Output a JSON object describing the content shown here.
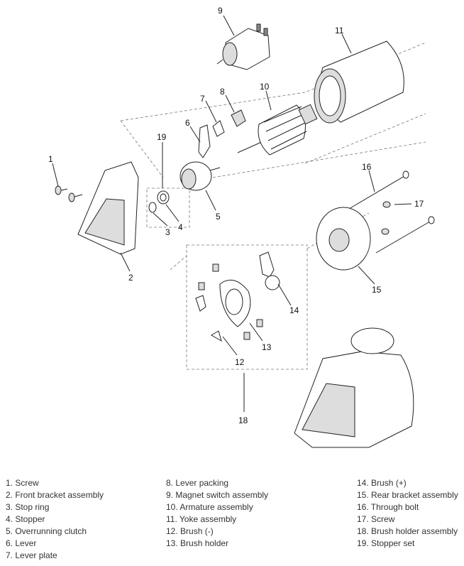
{
  "callouts": [
    "9",
    "11",
    "7",
    "8",
    "10",
    "19",
    "6",
    "1",
    "5",
    "3",
    "4",
    "2",
    "16",
    "17",
    "15",
    "14",
    "13",
    "12",
    "18"
  ],
  "legend": {
    "col1": [
      "1. Screw",
      "2. Front bracket assembly",
      "3. Stop ring",
      "4. Stopper",
      "5. Overrunning clutch",
      "6. Lever",
      "7. Lever plate"
    ],
    "col2": [
      "8. Lever packing",
      "9. Magnet switch assembly",
      "10. Armature assembly",
      "11. Yoke assembly",
      "12. Brush (-)",
      "13. Brush holder"
    ],
    "col3": [
      "14. Brush (+)",
      "15. Rear bracket assembly",
      "16. Through bolt",
      "17. Screw",
      "18. Brush holder assembly",
      "19. Stopper set"
    ]
  }
}
